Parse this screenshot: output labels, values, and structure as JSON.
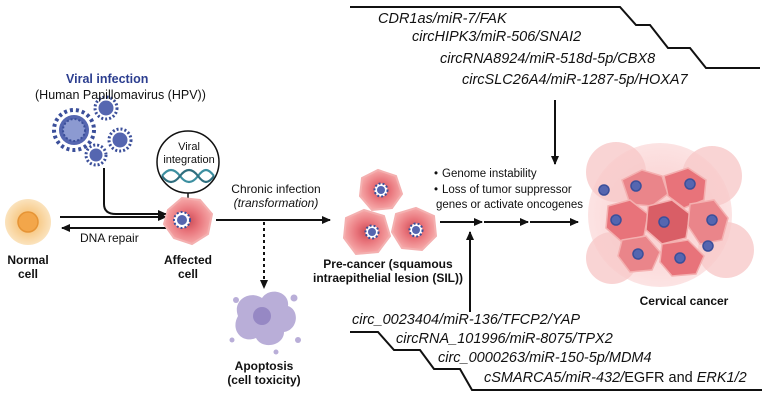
{
  "viral_infection": {
    "title": "Viral infection",
    "subtitle": "(Human Papillomavirus (HPV))"
  },
  "viral_integration": [
    "Viral",
    "integration"
  ],
  "normal_cell": [
    "Normal",
    "cell"
  ],
  "affected_cell": [
    "Affected",
    "cell"
  ],
  "dna_repair": "DNA repair",
  "chronic_infection": {
    "line1": "Chronic infection",
    "line2": "(transformation)"
  },
  "apoptosis": [
    "Apoptosis",
    "(cell toxicity)"
  ],
  "pre_cancer": [
    "Pre-cancer (squamous",
    "intraepithelial lesion (SIL))"
  ],
  "events": [
    {
      "bullet": "•",
      "lines": [
        "Genome instability"
      ]
    },
    {
      "bullet": "•",
      "lines": [
        "Loss of tumor suppressor",
        "genes or activate oncogenes"
      ]
    }
  ],
  "cervical_cancer": "Cervical cancer",
  "upper_axes": [
    "CDR1as/miR-7/FAK",
    "circHIPK3/miR-506/SNAI2",
    "circRNA8924/miR-518d-5p/CBX8",
    "circSLC26A4/miR-1287-5p/HOXA7"
  ],
  "lower_axes": [
    "circ_0023404/miR-136/TFCP2/YAP",
    "circRNA_101996/miR-8075/TPX2",
    "circ_0000263/miR-150-5p/MDM4"
  ],
  "lower_last_axis": {
    "italic_part": "cSMARCA5/miR-432/",
    "plain_part": "EGFR and ",
    "italic_end": "ERK1/2"
  },
  "colors": {
    "virus_blue": "#3b4f9a",
    "cell_red": "#e8737a",
    "cell_pink": "#f6c0c0",
    "normal_cell": "#f5c98a",
    "apoptosis": "#b9aed8",
    "dna_teal": "#3c8fa0"
  }
}
